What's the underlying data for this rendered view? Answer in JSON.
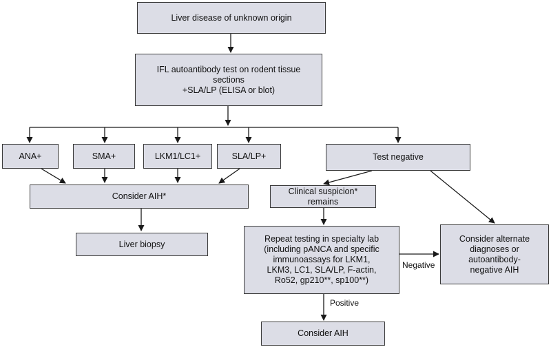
{
  "colors": {
    "box_fill": "#dcdde6",
    "box_border": "#3a3a3a",
    "line": "#1a1a1a"
  },
  "nodes": {
    "start": [
      "Liver disease of unknown origin"
    ],
    "ifl_test": [
      "IFL autoantibody test on rodent tissue",
      "sections",
      "+SLA/LP (ELISA or blot)"
    ],
    "ana": [
      "ANA+"
    ],
    "sma": [
      "SMA+"
    ],
    "lkm": [
      "LKM1/LC1+"
    ],
    "sla": [
      "SLA/LP+"
    ],
    "test_negative": [
      "Test negative"
    ],
    "consider_aih_star": [
      "Consider AIH*"
    ],
    "clinical_suspicion": [
      "Clinical suspicion*",
      "remains"
    ],
    "liver_biopsy": [
      "Liver biopsy"
    ],
    "repeat_testing": [
      "Repeat testing in specialty lab",
      "(including pANCA and specific",
      "immunoassays for LKM1,",
      "LKM3, LC1, SLA/LP, F-actin,",
      "Ro52, gp210**, sp100**)"
    ],
    "alternate": [
      "Consider alternate",
      "diagnoses or",
      "autoantibody-",
      "negative AIH"
    ],
    "consider_aih": [
      "Consider AIH"
    ]
  },
  "edge_labels": {
    "negative": "Negative",
    "positive": "Positive"
  }
}
